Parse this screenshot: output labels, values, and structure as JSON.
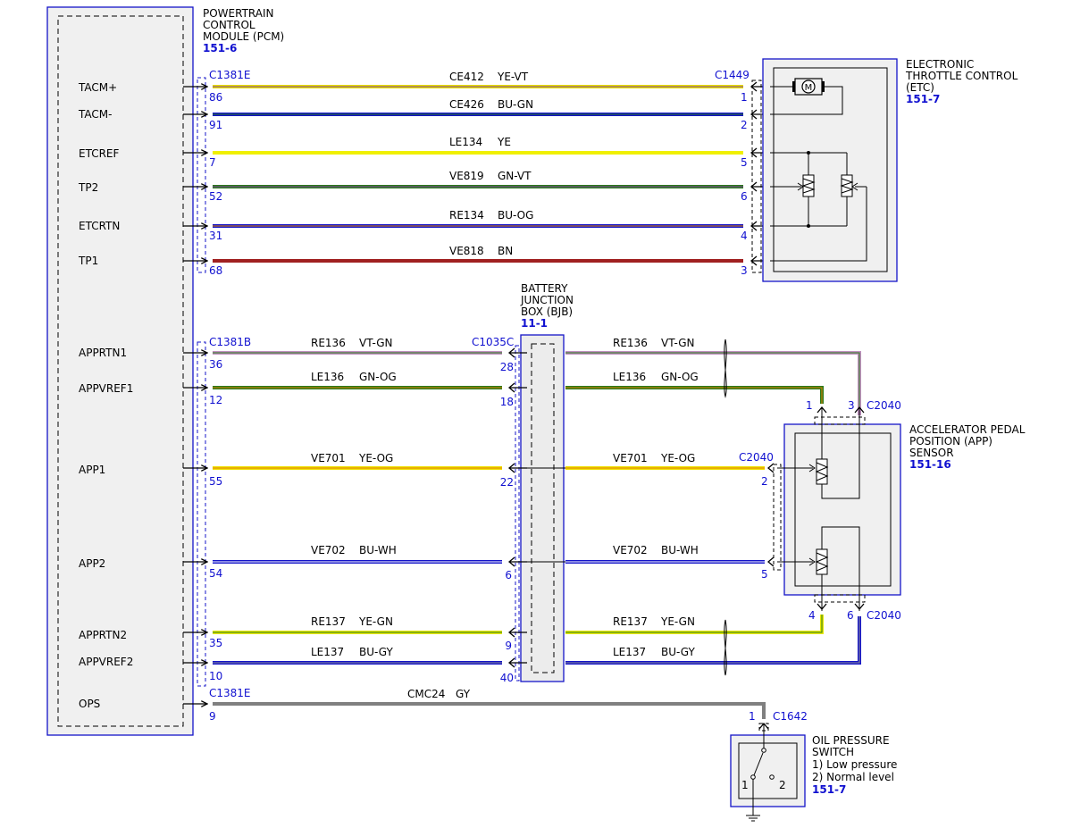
{
  "pcm": {
    "title": [
      "POWERTRAIN",
      "CONTROL",
      "MODULE (PCM)"
    ],
    "ref": "151-6",
    "signals": [
      "TACM+",
      "TACM-",
      "ETCREF",
      "TP2",
      "ETCRTN",
      "TP1",
      "APPRTN1",
      "APPVREF1",
      "APP1",
      "APP2",
      "APPRTN2",
      "APPVREF2",
      "OPS"
    ]
  },
  "etc": {
    "title": [
      "ELECTRONIC",
      "THROTTLE CONTROL",
      "(ETC)"
    ],
    "ref": "151-7",
    "motor_label": "M"
  },
  "bjb": {
    "title": [
      "BATTERY",
      "JUNCTION",
      "BOX (BJB)"
    ],
    "ref": "11-1"
  },
  "app": {
    "title": [
      "ACCELERATOR PEDAL",
      "POSITION (APP)",
      "SENSOR"
    ],
    "ref": "151-16"
  },
  "ops": {
    "title": [
      "OIL PRESSURE",
      "SWITCH"
    ],
    "states": [
      "1) Low pressure",
      "2) Normal level"
    ],
    "ref": "151-7",
    "contact1": "1",
    "contact2": "2"
  },
  "connectors": {
    "pcm_e_top": "C1381E",
    "pcm_b": "C1381B",
    "pcm_e_bottom": "C1381E",
    "etc": "C1449",
    "bjb": "C1035C",
    "app_top": "C2040",
    "app_mid": "C2040",
    "app_bottom": "C2040",
    "ops": "C1642"
  },
  "colors": {
    "YE-VT": "#e8e000",
    "BU-GN": "#1414c8",
    "YE": "#f0f000",
    "GN-VT": "#2a7a1a",
    "BU-OG": "#1414c8",
    "BN": "#a02020",
    "VT-GN": "#c090c0",
    "GN-OG": "#2a7a1a",
    "YE-OG": "#f0e000",
    "BU-WH": "#1414c8",
    "YE-GN": "#e8e800",
    "BU-GY": "#1414c8",
    "GY": "#808080"
  },
  "etc_circuits": [
    {
      "circuit": "CE412",
      "color": "YE-VT",
      "pcm_pin": "86",
      "etc_pin": "1"
    },
    {
      "circuit": "CE426",
      "color": "BU-GN",
      "pcm_pin": "91",
      "etc_pin": "2"
    },
    {
      "circuit": "LE134",
      "color": "YE",
      "pcm_pin": "7",
      "etc_pin": "5"
    },
    {
      "circuit": "VE819",
      "color": "GN-VT",
      "pcm_pin": "52",
      "etc_pin": "6"
    },
    {
      "circuit": "RE134",
      "color": "BU-OG",
      "pcm_pin": "31",
      "etc_pin": "4"
    },
    {
      "circuit": "VE818",
      "color": "BN",
      "pcm_pin": "68",
      "etc_pin": "3"
    }
  ],
  "app_circuits": [
    {
      "circuit": "RE136",
      "color": "VT-GN",
      "pcm_pin": "36",
      "bjb_pin": "28"
    },
    {
      "circuit": "LE136",
      "color": "GN-OG",
      "pcm_pin": "12",
      "bjb_pin": "18",
      "app_pin": "1"
    },
    {
      "circuit": "VE701",
      "color": "YE-OG",
      "pcm_pin": "55",
      "bjb_pin": "22",
      "app_pin": "2"
    },
    {
      "circuit": "VE702",
      "color": "BU-WH",
      "pcm_pin": "54",
      "bjb_pin": "6",
      "app_pin": "5"
    },
    {
      "circuit": "RE137",
      "color": "YE-GN",
      "pcm_pin": "35",
      "bjb_pin": "9",
      "app_pin": "4"
    },
    {
      "circuit": "LE137",
      "color": "BU-GY",
      "pcm_pin": "10",
      "bjb_pin": "40",
      "app_pin": "6"
    }
  ],
  "app_top_pin3": "3",
  "ops_circuit": {
    "circuit": "CMC24",
    "color": "GY",
    "pcm_pin": "9",
    "ops_pin": "1"
  }
}
